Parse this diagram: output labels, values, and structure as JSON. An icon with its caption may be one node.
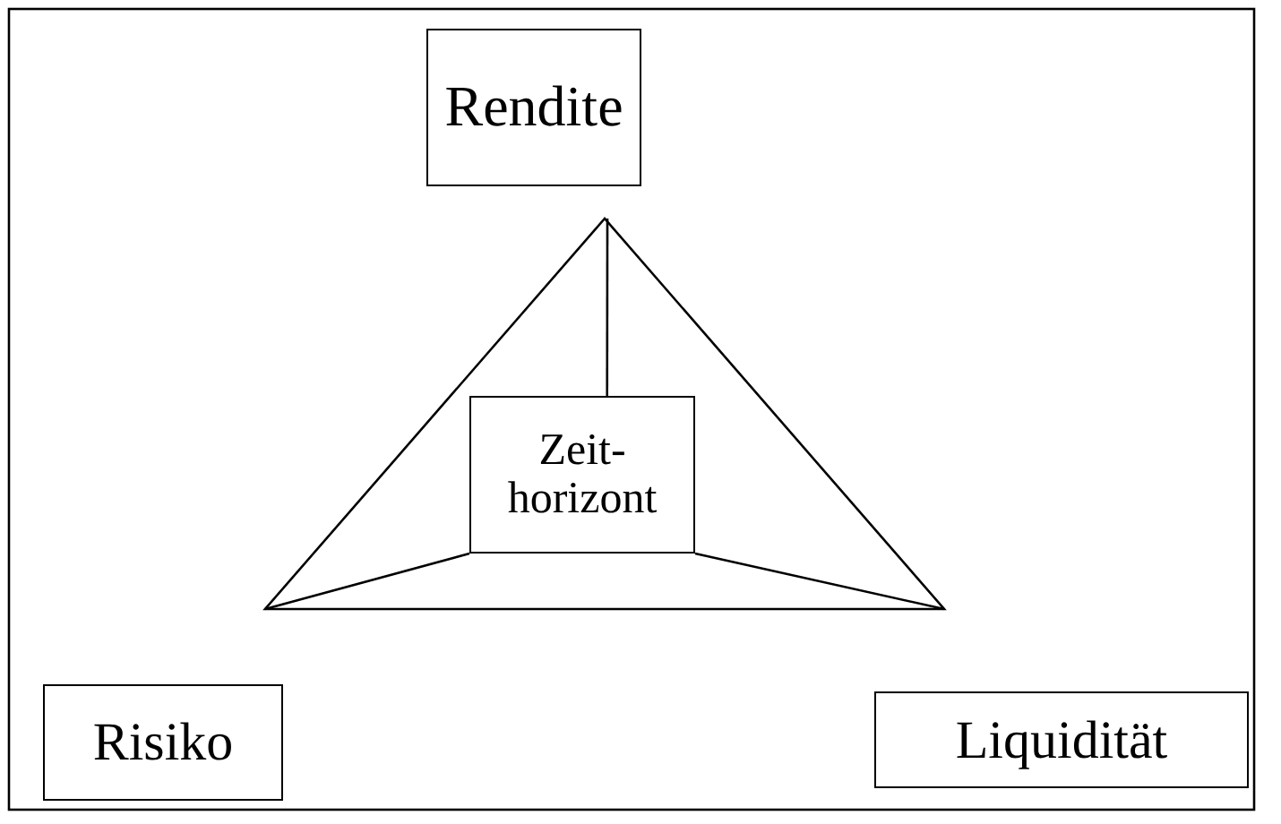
{
  "diagram": {
    "nodes": [
      {
        "text": [
          "Rendite"
        ]
      },
      {
        "text": [],
        "shape": "triangle"
      },
      {
        "text": [
          "Zeit- horizont"
        ],
        "in": 1
      },
      {
        "text": [
          "Risiko"
        ]
      },
      {
        "text": [
          "Liquidität"
        ]
      }
    ],
    "edges": [
      {
        "from": 1,
        "to": 2,
        "arrow": "none"
      },
      {
        "from": 1,
        "to": 2,
        "arrow": "none"
      },
      {
        "from": 1,
        "to": 2,
        "arrow": "none"
      }
    ]
  }
}
